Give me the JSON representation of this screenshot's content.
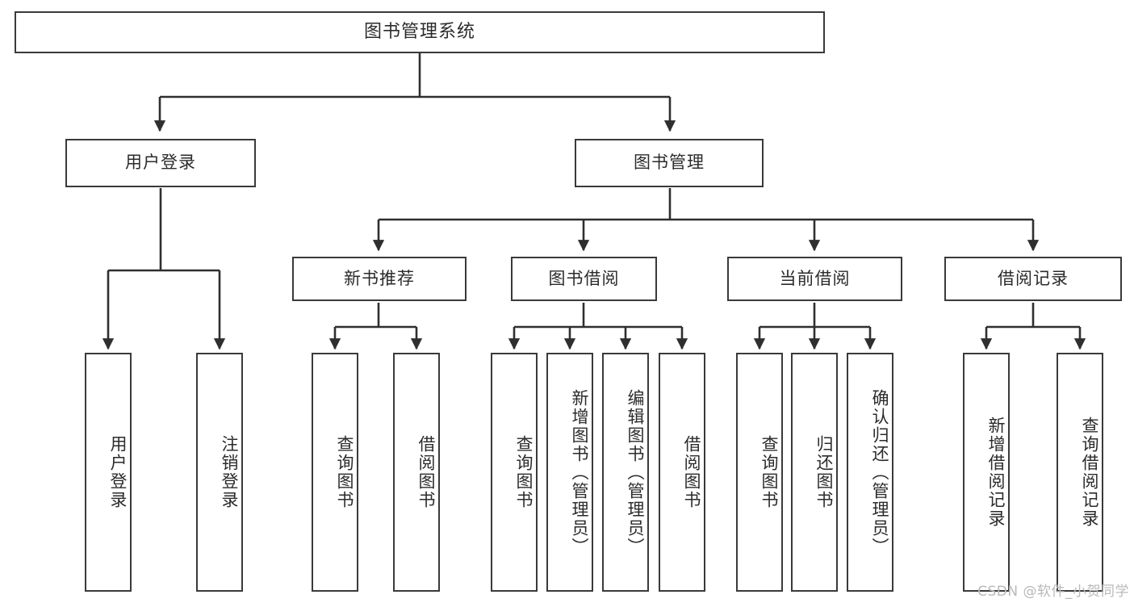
{
  "diagram": {
    "title": "图书管理系统",
    "type": "tree",
    "watermark": "CSDN @软件_小贺同学",
    "colors": {
      "box_border": "#3a3a3a",
      "box_fill": "#ffffff",
      "edge": "#2f2f2f",
      "text": "#2b2b2b",
      "watermark": "#b9b9b9",
      "background": "#ffffff"
    },
    "root": {
      "label": "图书管理系统"
    },
    "level2": [
      {
        "label": "用户登录"
      },
      {
        "label": "图书管理"
      }
    ],
    "level3": [
      {
        "label": "新书推荐"
      },
      {
        "label": "图书借阅"
      },
      {
        "label": "当前借阅"
      },
      {
        "label": "借阅记录"
      }
    ],
    "leaves": {
      "user_login": [
        {
          "label": "用户登录"
        },
        {
          "label": "注销登录"
        }
      ],
      "new_book": [
        {
          "label": "查询图书"
        },
        {
          "label": "借阅图书"
        }
      ],
      "book_borrow": [
        {
          "label": "查询图书"
        },
        {
          "label": "新增图书（管理员）"
        },
        {
          "label": "编辑图书（管理员）"
        },
        {
          "label": "借阅图书"
        }
      ],
      "current_borrow": [
        {
          "label": "查询图书"
        },
        {
          "label": "归还图书"
        },
        {
          "label": "确认归还（管理员）"
        }
      ],
      "borrow_record": [
        {
          "label": "新增借阅记录"
        },
        {
          "label": "查询借阅记录"
        }
      ]
    }
  }
}
